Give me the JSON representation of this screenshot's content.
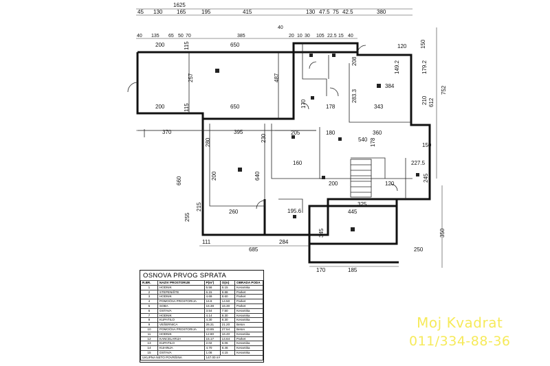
{
  "plan": {
    "overall_width": "1625",
    "top_dims": [
      "45",
      "130",
      "165",
      "195",
      "415",
      "130",
      "47.5",
      "75",
      "42.5",
      "380"
    ],
    "top_dims_row2": [
      "40",
      "135",
      "65",
      "50",
      "70",
      "385",
      "40",
      "20",
      "10",
      "30",
      "105",
      "22.5",
      "15",
      "40"
    ],
    "room_dims_a": [
      "200",
      "650",
      "257",
      "487",
      "200",
      "115",
      "650",
      "115"
    ],
    "room_dims_b": [
      "208",
      "149.2",
      "179.2",
      "384",
      "283.3",
      "343",
      "170",
      "178",
      "210",
      "612"
    ],
    "room_dims_c": [
      "370",
      "395",
      "230",
      "205",
      "180",
      "360",
      "540",
      "280",
      "178"
    ],
    "room_dims_d": [
      "200",
      "640",
      "150",
      "227.5",
      "245",
      "200",
      "160",
      "120"
    ],
    "room_dims_e": [
      "215",
      "260",
      "445",
      "325",
      "345",
      "111",
      "284",
      "685",
      "250",
      "170",
      "185",
      "195.6"
    ],
    "side_dims": [
      "660",
      "255",
      "120",
      "150",
      "350",
      "752"
    ],
    "stair": "Stair"
  },
  "legend": {
    "title": "OSNOVA PRVOG SPRATA",
    "headers": [
      "R.BR.",
      "NAZIV PROSTORIJE",
      "P(m²)",
      "O(m)",
      "OBRADA PODA"
    ],
    "rows": [
      [
        "1",
        "HODNIK",
        "5.56",
        "6.15",
        "Keramika"
      ],
      [
        "2",
        "STEPENIŠTE",
        "6.15",
        "9.88",
        "Parket"
      ],
      [
        "3",
        "HODNIK",
        "4.69",
        "8.60",
        "Parket"
      ],
      [
        "4",
        "POMOĆNA PROSTORIJA",
        "16.8",
        "14.50",
        "Parket"
      ],
      [
        "5",
        "SOBA",
        "16.38",
        "16.30",
        "Parket"
      ],
      [
        "6",
        "OSTAVA",
        "3.54",
        "7.50",
        "Keramika"
      ],
      [
        "7",
        "HODNIK",
        "4.14",
        "8.30",
        "Keramika"
      ],
      [
        "8",
        "KUPATILO",
        "4.30",
        "8.30",
        "Keramika"
      ],
      [
        "9",
        "VEŠERNICA",
        "26.31",
        "21.20",
        "Beton"
      ],
      [
        "10",
        "POMOĆNA PROSTORIJA",
        "43.85",
        "27.54",
        "Beton"
      ],
      [
        "11",
        "HODNIK",
        "12.80",
        "16.40",
        "Keramika"
      ],
      [
        "12",
        "KANCELARIJA",
        "15.17",
        "14.64",
        "Parket"
      ],
      [
        "13",
        "KUPATILO",
        "2.02",
        "6.06",
        "Keramika"
      ],
      [
        "14",
        "KUHINJA",
        "4.70",
        "8.46",
        "Keramika"
      ],
      [
        "15",
        "OSTAVA",
        "1.08",
        "4.15",
        "Keramika"
      ]
    ],
    "total_label": "UKUPNA NETO POVRŠINA",
    "total_value": "147.00 m²"
  },
  "watermark": {
    "brand": "Moj Kvadrat",
    "phone": "011/334-88-36",
    "color": "#f6ea5a"
  }
}
